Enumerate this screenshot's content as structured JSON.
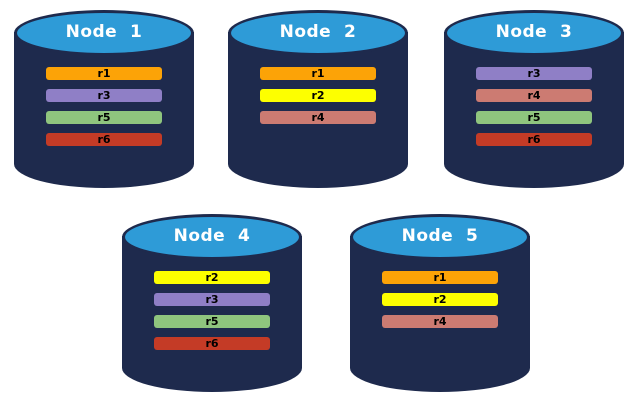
{
  "diagram": {
    "nodes": [
      {
        "name": "node-1",
        "label": "Node  1",
        "replicas": [
          "r1",
          "r3",
          "r5",
          "r6"
        ]
      },
      {
        "name": "node-2",
        "label": "Node  2",
        "replicas": [
          "r1",
          "r2",
          "r4"
        ]
      },
      {
        "name": "node-3",
        "label": "Node  3",
        "replicas": [
          "r3",
          "r4",
          "r5",
          "r6"
        ]
      },
      {
        "name": "node-4",
        "label": "Node  4",
        "replicas": [
          "r2",
          "r3",
          "r5",
          "r6"
        ]
      },
      {
        "name": "node-5",
        "label": "Node  5",
        "replicas": [
          "r1",
          "r2",
          "r4"
        ]
      }
    ],
    "replica_colors": {
      "r1": "#FCA307",
      "r2": "#FDFF00",
      "r3": "#8F7FC6",
      "r4": "#CC7B72",
      "r5": "#8FC57E",
      "r6": "#C43B26"
    },
    "colors": {
      "cylinder_body": "#1E2A4D",
      "cylinder_top": "#2E9BD7",
      "node_label_text": "#FFFFFF",
      "replica_label_text": "#000000",
      "background": "#FFFFFF"
    }
  }
}
